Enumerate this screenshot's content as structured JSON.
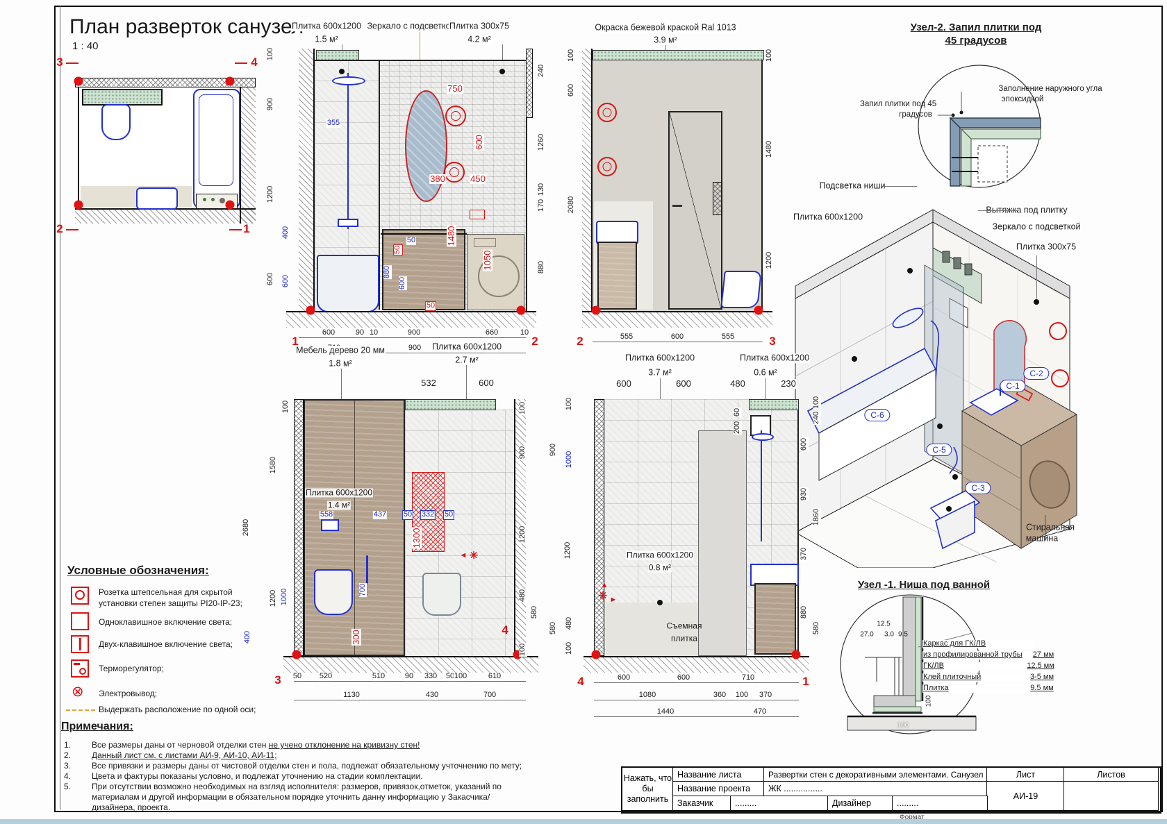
{
  "page": {
    "title": "План разверток санузел",
    "scale": "1 : 40",
    "format": "Формат"
  },
  "colors": {
    "red": "#d81414",
    "blue": "#2330cc",
    "green_mosaic": "#cfe3d2",
    "beige": "#d8d5ce",
    "wood": "#b3a18e"
  },
  "plan": {
    "m3": "3",
    "m4": "4",
    "m2": "2",
    "m1": "1"
  },
  "e1": {
    "lbl_tile": "Плитка 600x1200",
    "lbl_tile_area": "1.5 м²",
    "lbl_mirror": "Зеркало с подсветкой",
    "lbl_tile2": "Плитка 300x75",
    "lbl_tile2_area": "4.2 м²",
    "left": [
      "100",
      "900",
      "1200",
      "600"
    ],
    "left_blue": [
      "400",
      "600"
    ],
    "right": [
      "240",
      "1260",
      "130",
      "170",
      "880"
    ],
    "red": [
      "750",
      "600",
      "380",
      "450",
      "1480",
      "1050",
      "50",
      "50"
    ],
    "blue": [
      "355",
      "50",
      "880",
      "600"
    ],
    "bot1": [
      "600",
      "90",
      "10",
      "900",
      "660",
      "10"
    ],
    "bot2": [
      "710",
      "900",
      "660"
    ],
    "mk_l": "1",
    "mk_r": "2"
  },
  "e2": {
    "lbl": "Окраска бежевой краской Ral 1013",
    "area": "3.9 м²",
    "left": [
      "100",
      "600",
      "2080"
    ],
    "right": [
      "100",
      "1480",
      "1200"
    ],
    "bot": [
      "555",
      "600",
      "555"
    ],
    "mk_l": "2",
    "mk_r": "3"
  },
  "e3": {
    "lbl_wood": "Мебель дерево 20 мм",
    "lbl_wood_area": "1.8 м²",
    "lbl_tile": "Плитка 600x1200",
    "lbl_tile_area": "2.7 м²",
    "lbl_in": "Плитка 600x1200",
    "lbl_in_area": "1.4 м²",
    "top": [
      "532",
      "600"
    ],
    "left": [
      "100",
      "1580",
      "2680",
      "1200"
    ],
    "left_blue": [
      "1000",
      "400"
    ],
    "blue": [
      "558",
      "437",
      "50",
      "332",
      "50",
      "700"
    ],
    "red": [
      "1300",
      "300"
    ],
    "right": [
      "100",
      "900",
      "1200",
      "480",
      "580",
      "100"
    ],
    "bot1": [
      "50",
      "520",
      "510",
      "90",
      "330",
      "50",
      "100",
      "610"
    ],
    "bot2": [
      "1130",
      "430",
      "700"
    ],
    "mk_l": "3",
    "mk_r": "4"
  },
  "e4": {
    "lbl_tile": "Плитка 600x1200",
    "lbl_tile_area": "3.7 м²",
    "lbl_tile2": "Плитка 600x1200",
    "lbl_tile2_area": "0.6 м²",
    "lbl_in": "Плитка 600x1200",
    "lbl_in_area": "0.8 м²",
    "lbl_rem1": "Съемная",
    "lbl_rem2": "плитка",
    "top": [
      "600",
      "600",
      "480",
      "230"
    ],
    "left_outer": [
      "900",
      "580"
    ],
    "left_inner": [
      "100",
      "1000",
      "1200",
      "480",
      "100"
    ],
    "right_inner": [
      "600",
      "930",
      "370",
      "880"
    ],
    "right_outer": [
      "100",
      "240",
      "1860",
      "580"
    ],
    "small": [
      "60",
      "200"
    ],
    "bot1": [
      "600",
      "600",
      "710"
    ],
    "bot2": [
      "1080",
      "360",
      "100",
      "370"
    ],
    "bot3": [
      "1440",
      "470"
    ],
    "mk_l": "4",
    "mk_r": "1"
  },
  "node2": {
    "title1": "Узел-2. Запил плитки под",
    "title2": "45 градусов",
    "lblL1": "Запил плитки под 45",
    "lblL2": "градусов",
    "lblR1": "Заполнение наружного угла",
    "lblR2": "эпоксидкой"
  },
  "iso": {
    "lbl_niche": "Подсветка ниши",
    "lbl_tile": "Плитка 600x1200",
    "lbl_vent": "Вытяжка под плитку",
    "lbl_mirror": "Зеркало с подсветкой",
    "lbl_tile2": "Плитка 300x75",
    "lbl_wash1": "Стиральная",
    "lbl_wash2": "машина",
    "tags": [
      "С-1",
      "С-2",
      "С-3",
      "С-5",
      "С-6"
    ]
  },
  "node1": {
    "title": "Узел -1. Ниша под ванной",
    "dims": [
      "12.5",
      "27.0",
      "3.0",
      "9.5",
      "100",
      "100"
    ],
    "rows": [
      {
        "t": "Каркас для ГК/ЛВ",
        "v": ""
      },
      {
        "t": "из профилированной трубы",
        "v": "27 мм"
      },
      {
        "t": "ГК/ЛВ",
        "v": "12.5 мм"
      },
      {
        "t": "Клей плиточный",
        "v": "3-5 мм"
      },
      {
        "t": "Плитка",
        "v": "9.5 мм"
      }
    ]
  },
  "legend": {
    "title": "Условные обозначения:",
    "i1a": "Розетка штепсельная для скрытой",
    "i1b": "установки степен защиты PI20-IP-23;",
    "i2": "Одноклавишное включение света;",
    "i3": "Двух-клавишное включение света;",
    "i4": "Терморегулятор;",
    "i5": "Электровывод;",
    "i6": "Выдержать расположение по одной оси;"
  },
  "notes": {
    "title": "Примечания:",
    "n1": "1.",
    "n2": "2.",
    "n3": "3.",
    "n4": "4.",
    "n5": "5.",
    "t1a": "Все размеры даны от черновой отделки стен ",
    "t1b": "не учено отклонение на кривизну стен!",
    "t2": "Данный лист см. с  листами АИ-9, АИ-10, АИ-11;",
    "t3": "Все привязки и размеры даны от чистовой отделки стен и пола, подлежат обязательному учточнению по мету;",
    "t4": "Цвета и фактуры показаны условно, и подлежат уточнению на стадии комплектации.",
    "t5": "При отсутствии возможно необходимых на взгляд исполнителя: размеров, привязок,отметок, указаний по материалам и другой информации в обязательном порядке уточнить данну информацию у Закасчика/дизайнера, проекта."
  },
  "tb": {
    "hint": "Нажать, что бы заполнить",
    "sheet_label": "Название листа",
    "sheet_value": "Развертки стен с декоративными элементами. Санузел",
    "project_label": "Название проекта",
    "project_value": "ЖК ................",
    "customer_label": "Заказчик",
    "customer_value": ".........",
    "designer_label": "Дизайнер",
    "designer_value": ".........",
    "list_label": "Лист",
    "lists_label": "Листов",
    "list_value": "АИ-19"
  }
}
